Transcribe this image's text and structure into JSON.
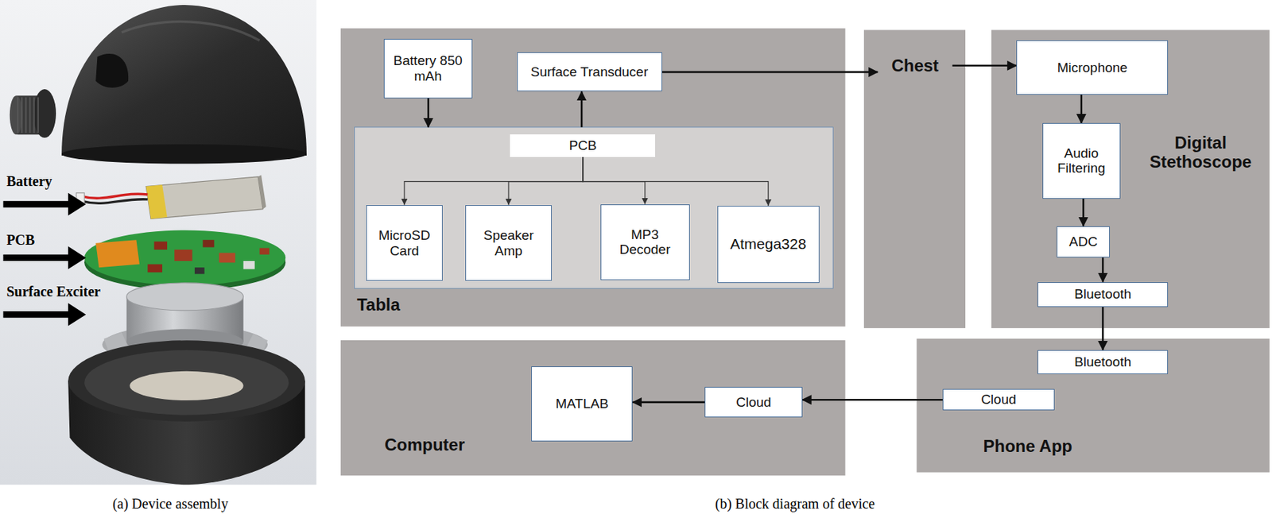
{
  "diagram": {
    "nodes": [
      {
        "text": [
          "Tabla"
        ]
      },
      {
        "text": [
          "Battery 850 mAh"
        ],
        "in": 0
      },
      {
        "text": [
          "Surface Transducer"
        ],
        "in": 0
      },
      {
        "text": [
          "PCB"
        ],
        "in": 0
      },
      {
        "text": [
          "MicroSD Card"
        ],
        "in": 3
      },
      {
        "text": [
          "Speaker Amp"
        ],
        "in": 3
      },
      {
        "text": [
          "MP3 Decoder"
        ],
        "in": 3
      },
      {
        "text": [
          "Atmega328"
        ],
        "in": 3
      },
      {
        "text": [
          "Chest"
        ]
      },
      {
        "text": [
          "Digital Stethoscope"
        ]
      },
      {
        "text": [
          "Microphone"
        ],
        "in": 9
      },
      {
        "text": [
          "Audio Filtering"
        ],
        "in": 9
      },
      {
        "text": [
          "ADC"
        ],
        "in": 9
      },
      {
        "text": [
          "Bluetooth"
        ],
        "in": 9
      },
      {
        "text": [
          "Computer"
        ]
      },
      {
        "text": [
          "MATLAB"
        ],
        "in": 14
      },
      {
        "text": [
          "Cloud"
        ],
        "in": 14
      },
      {
        "text": [
          "Phone App"
        ]
      },
      {
        "text": [
          "Bluetooth"
        ],
        "in": 17
      },
      {
        "text": [
          "Cloud"
        ],
        "in": 17
      }
    ],
    "edges": [
      {
        "from": 1,
        "to": 3,
        "arrow": "to"
      },
      {
        "from": 3,
        "to": 2,
        "arrow": "to"
      },
      {
        "from": 3,
        "to": 4,
        "arrow": "to"
      },
      {
        "from": 3,
        "to": 5,
        "arrow": "to"
      },
      {
        "from": 3,
        "to": 6,
        "arrow": "to"
      },
      {
        "from": 3,
        "to": 7,
        "arrow": "to"
      },
      {
        "from": 2,
        "to": 8,
        "arrow": "to"
      },
      {
        "from": 8,
        "to": 10,
        "arrow": "to"
      },
      {
        "from": 10,
        "to": 11,
        "arrow": "to"
      },
      {
        "from": 11,
        "to": 12,
        "arrow": "to"
      },
      {
        "from": 12,
        "to": 13,
        "arrow": "to"
      },
      {
        "from": 13,
        "to": 18,
        "arrow": "to"
      },
      {
        "from": 19,
        "to": 16,
        "arrow": "to"
      },
      {
        "from": 16,
        "to": 15,
        "arrow": "to"
      }
    ],
    "labels": [
      "Battery",
      "PCB",
      "Surface Exciter",
      "(a) Device assembly",
      "(b) Block diagram of device"
    ]
  }
}
